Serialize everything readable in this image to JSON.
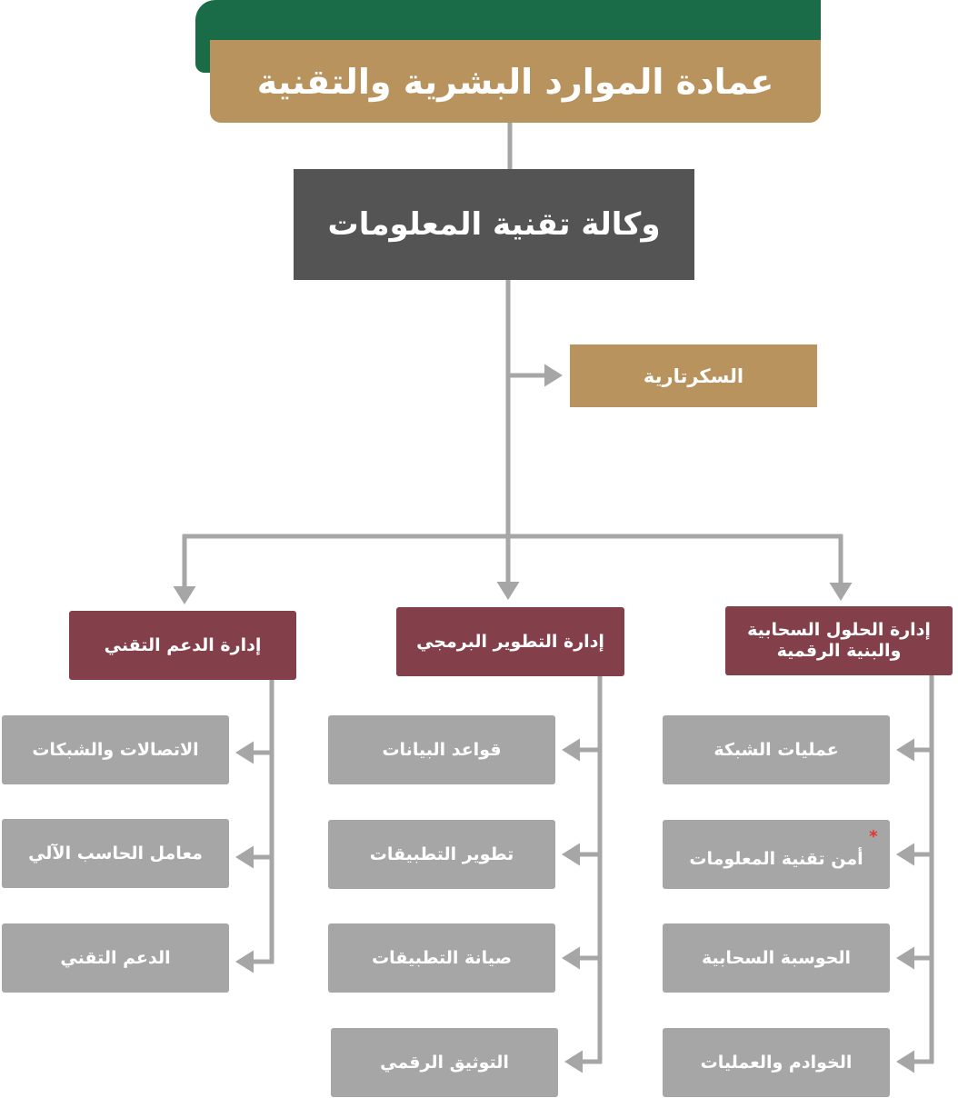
{
  "colors": {
    "header_green": "#1a6b48",
    "gold": "#b8935e",
    "agency_gray": "#545454",
    "manager_maroon": "#84404a",
    "unit_gray": "#a6a6a6",
    "connector": "#a6a6a6",
    "asterisk": "#e8322e"
  },
  "deanship": "عمادة الموارد البشرية والتقنية",
  "agency": "وكالة تقنية المعلومات",
  "secretariat": "السكرتارية",
  "departments": [
    {
      "name": "إدارة الحلول السحابية والبنية الرقمية",
      "units": [
        "عمليات الشبكة",
        "أمن تقنية المعلومات",
        "الحوسبة السحابية",
        "الخوادم والعمليات"
      ]
    },
    {
      "name": "إدارة التطوير البرمجي",
      "units": [
        "قواعد البيانات",
        "تطوير التطبيقات",
        "صيانة التطبيقات",
        "التوثيق الرقمي"
      ]
    },
    {
      "name": "إدارة الدعم التقني",
      "units": [
        "الاتصالات والشبكات",
        "معامل الحاسب الآلي",
        "الدعم التقني"
      ]
    }
  ],
  "asterisk": "*"
}
